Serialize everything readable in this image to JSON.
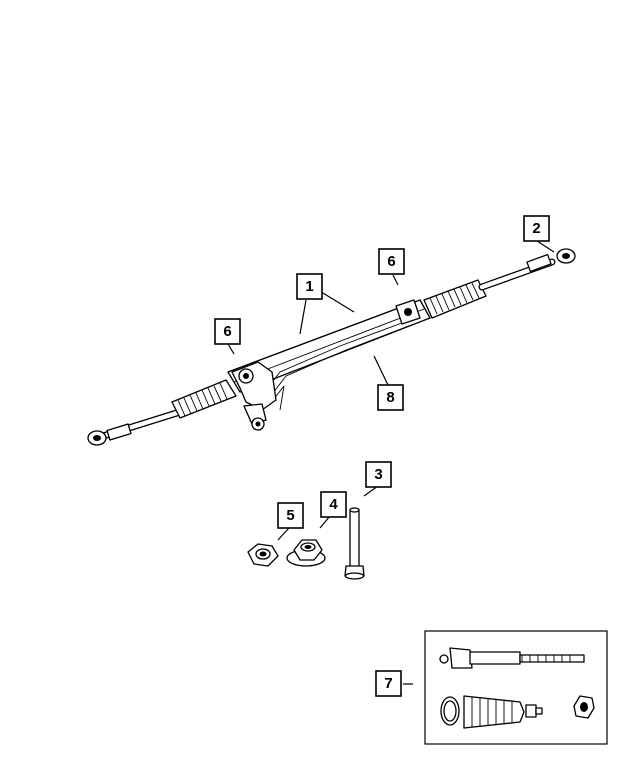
{
  "callouts": [
    {
      "id": "1",
      "label": "1"
    },
    {
      "id": "2",
      "label": "2"
    },
    {
      "id": "3",
      "label": "3"
    },
    {
      "id": "4",
      "label": "4"
    },
    {
      "id": "5",
      "label": "5"
    },
    {
      "id": "6a",
      "label": "6"
    },
    {
      "id": "6b",
      "label": "6"
    },
    {
      "id": "7",
      "label": "7"
    },
    {
      "id": "8",
      "label": "8"
    }
  ]
}
